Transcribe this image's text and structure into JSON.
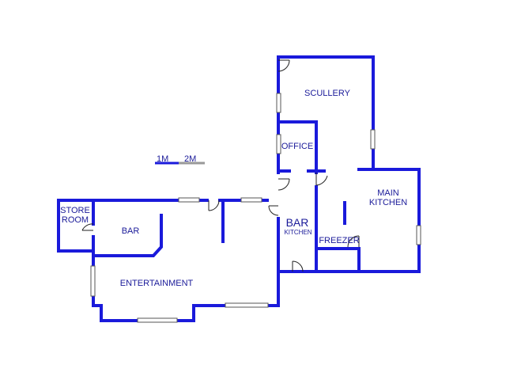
{
  "rooms": {
    "scullery": [
      "SCULLERY"
    ],
    "office": [
      "OFFICE"
    ],
    "main_kitchen": [
      "MAIN",
      "KITCHEN"
    ],
    "bar_kitchen": [
      "BAR",
      "KITCHEN"
    ],
    "freezer": [
      "FREEZER"
    ],
    "store_room": [
      "STORE",
      "ROOM"
    ],
    "bar": [
      "BAR"
    ],
    "entertainment": [
      "ENTERTAINMENT"
    ]
  },
  "scale": {
    "mark_1": "1M",
    "mark_2": "2M"
  },
  "colors": {
    "wall": "#1a1adb",
    "text": "#1a1a99",
    "window": "#555555",
    "door": "#222222"
  }
}
